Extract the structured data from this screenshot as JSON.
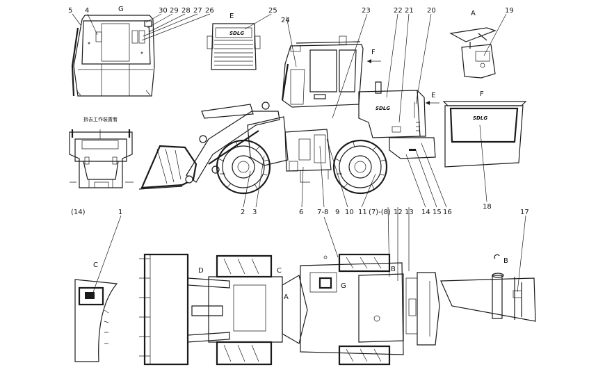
{
  "view_labels": {
    "G": "G",
    "E": "E",
    "A": "A",
    "F": "F",
    "C": "C",
    "B": "B",
    "D1": "D",
    "C1": "C",
    "A1": "A",
    "B1": "B",
    "G1": "G",
    "E_arrow": "E",
    "F_arrow": "F"
  },
  "callouts": {
    "c5": "5",
    "c4": "4",
    "c30": "30",
    "c29": "29",
    "c28": "28",
    "c27": "27",
    "c26": "26",
    "c25": "25",
    "c24": "24",
    "c23": "23",
    "c22": "22",
    "c21": "21",
    "c20": "20",
    "c19": "19",
    "c2": "2",
    "c3": "3",
    "c6": "6",
    "c78": "7-8",
    "c9": "9",
    "c10": "10",
    "c11": "11",
    "c78p": "(7)-(8)",
    "c12": "12",
    "c13": "13",
    "c14": "14",
    "c15": "15",
    "c16": "16",
    "c18": "18",
    "c17": "17",
    "c1": "1",
    "c14p": "(14)"
  },
  "note_text": "拆去工作装置看",
  "brand_text": "SDLG"
}
